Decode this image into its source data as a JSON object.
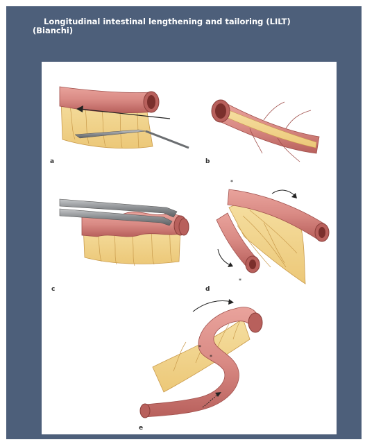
{
  "slide": {
    "title_line1": "Longitudinal intestinal lengthening and tailoring (LILT)",
    "title_line2": "(Bianchi)",
    "background_color": "#4d5f7a"
  },
  "figure": {
    "panel_labels": [
      "a",
      "b",
      "c",
      "d",
      "e"
    ],
    "star_marks": [
      "*",
      "*",
      "*",
      "*"
    ],
    "colors": {
      "bowel": "#d98a84",
      "bowel_dark": "#b8605c",
      "mesentery": "#f1d58e",
      "mesentery_line": "#c99a4b",
      "instrument": "#8b8e91"
    }
  }
}
